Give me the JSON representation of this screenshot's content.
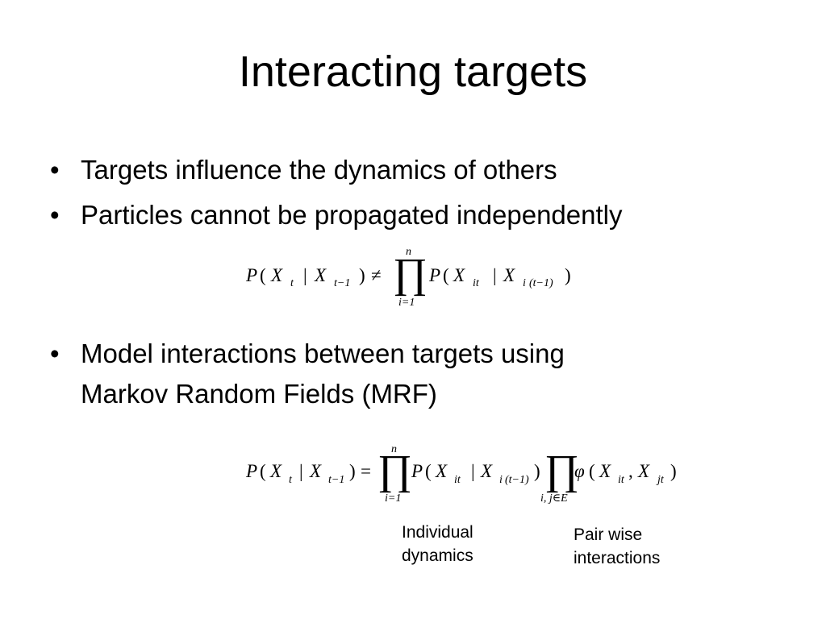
{
  "slide": {
    "title": "Interacting targets",
    "bullets": [
      "Targets influence the dynamics of others",
      "Particles cannot be propagated independently",
      "Model interactions between targets using",
      "Markov Random Fields (MRF)"
    ],
    "bullet_symbol": "•"
  },
  "equation1": {
    "P": "P",
    "lp": "(",
    "X": "X",
    "t": "t",
    "bar": "|",
    "X2": "X",
    "tm1": "t−1",
    "rp": ")",
    "neq": "≠",
    "prod": "∏",
    "n": "n",
    "i1": "i=1",
    "P2": "P",
    "lp2": "(",
    "X3": "X",
    "it": "it",
    "bar2": "|",
    "X4": "X",
    "sub_i": "i",
    "sub_paren": "(t−1)",
    "rp2": ")"
  },
  "equation2": {
    "P": "P",
    "lp": "(",
    "X": "X",
    "t": "t",
    "bar": "|",
    "X2": "X",
    "tm1": "t−1",
    "rp": ")",
    "eq": "=",
    "prod": "∏",
    "n": "n",
    "i1": "i=1",
    "P2": "P",
    "lp2": "(",
    "X3": "X",
    "it": "it",
    "bar2": "|",
    "X4": "X",
    "sub_i": "i",
    "sub_paren": "(t−1)",
    "rp2": ")",
    "prod2": "∏",
    "ije": "i, j∈E",
    "phi": "φ",
    "lp3": "(",
    "X5": "X",
    "it2": "it",
    "comma": ",",
    "X6": "X",
    "jt": "jt",
    "rp3": ")"
  },
  "notes": {
    "individual_line1": "Individual",
    "individual_line2": "dynamics",
    "pairwise_line1": "Pair wise",
    "pairwise_line2": "interactions"
  }
}
